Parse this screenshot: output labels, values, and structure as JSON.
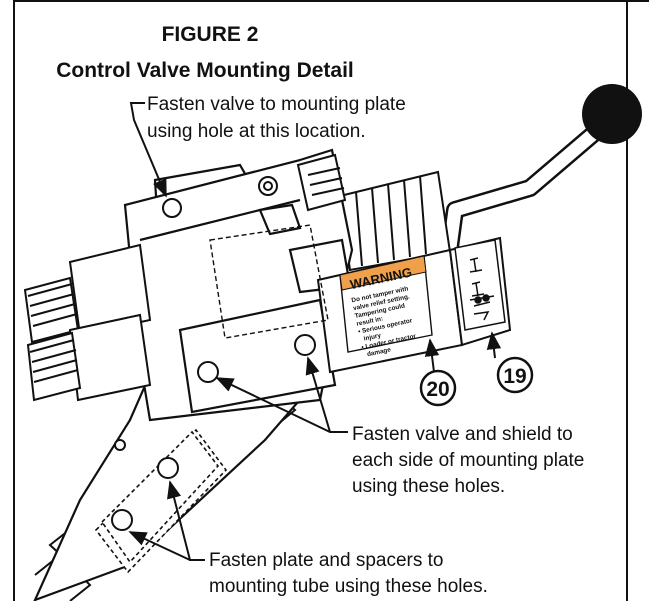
{
  "figure": {
    "number": "FIGURE 2",
    "title": "Control Valve Mounting Detail"
  },
  "callouts": {
    "top_line1": "Fasten valve to mounting plate",
    "top_line2": "using hole at this location.",
    "shield_line1": "Fasten valve and shield to",
    "shield_line2": "each side of mounting plate",
    "shield_line3": "using these holes.",
    "plate_line1": "Fasten plate and spacers to",
    "plate_line2": "mounting tube using these holes."
  },
  "warning_decal": {
    "header": "WARNING",
    "line1": "Do not tamper with",
    "line2": "valve relief setting.",
    "line3": "Tampering could",
    "line4": "result in:",
    "line5": "• Serious operator",
    "line6": "injury",
    "line7": "• Loader or tractor",
    "line8": "damage",
    "header_color": "#f0a04a"
  },
  "item_numbers": {
    "shield_decal": "20",
    "control_decal": "19"
  }
}
